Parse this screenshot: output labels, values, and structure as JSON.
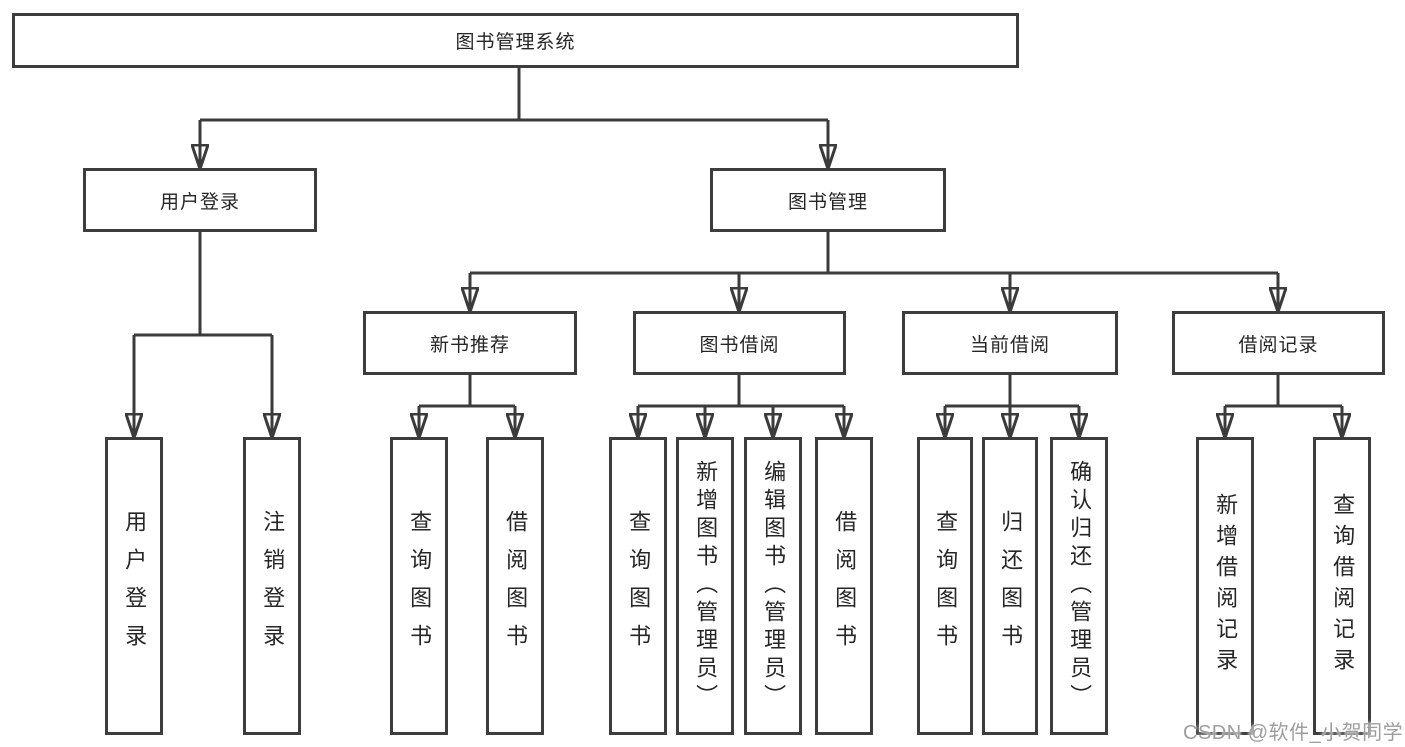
{
  "diagram": {
    "root": {
      "label": "图书管理系统",
      "children": [
        {
          "label": "用户登录",
          "children": [
            {
              "label": "用户登录"
            },
            {
              "label": "注销登录"
            }
          ]
        },
        {
          "label": "图书管理",
          "children": [
            {
              "label": "新书推荐",
              "children": [
                {
                  "label": "查询图书"
                },
                {
                  "label": "借阅图书"
                }
              ]
            },
            {
              "label": "图书借阅",
              "children": [
                {
                  "label": "查询图书"
                },
                {
                  "label": "新增图书（管理员）"
                },
                {
                  "label": "编辑图书（管理员）"
                },
                {
                  "label": "借阅图书"
                }
              ]
            },
            {
              "label": "当前借阅",
              "children": [
                {
                  "label": "查询图书"
                },
                {
                  "label": "归还图书"
                },
                {
                  "label": "确认归还（管理员）"
                }
              ]
            },
            {
              "label": "借阅记录",
              "children": [
                {
                  "label": "新增借阅记录"
                },
                {
                  "label": "查询借阅记录"
                }
              ]
            }
          ]
        }
      ]
    }
  },
  "watermark": {
    "text": "CSDN @软件_小贺同学"
  },
  "colors": {
    "background": "#ffffff",
    "line": "#3b3b3b",
    "box_border": "#3d3d3d",
    "text": "#262626",
    "watermark": "#9e9e9e"
  }
}
